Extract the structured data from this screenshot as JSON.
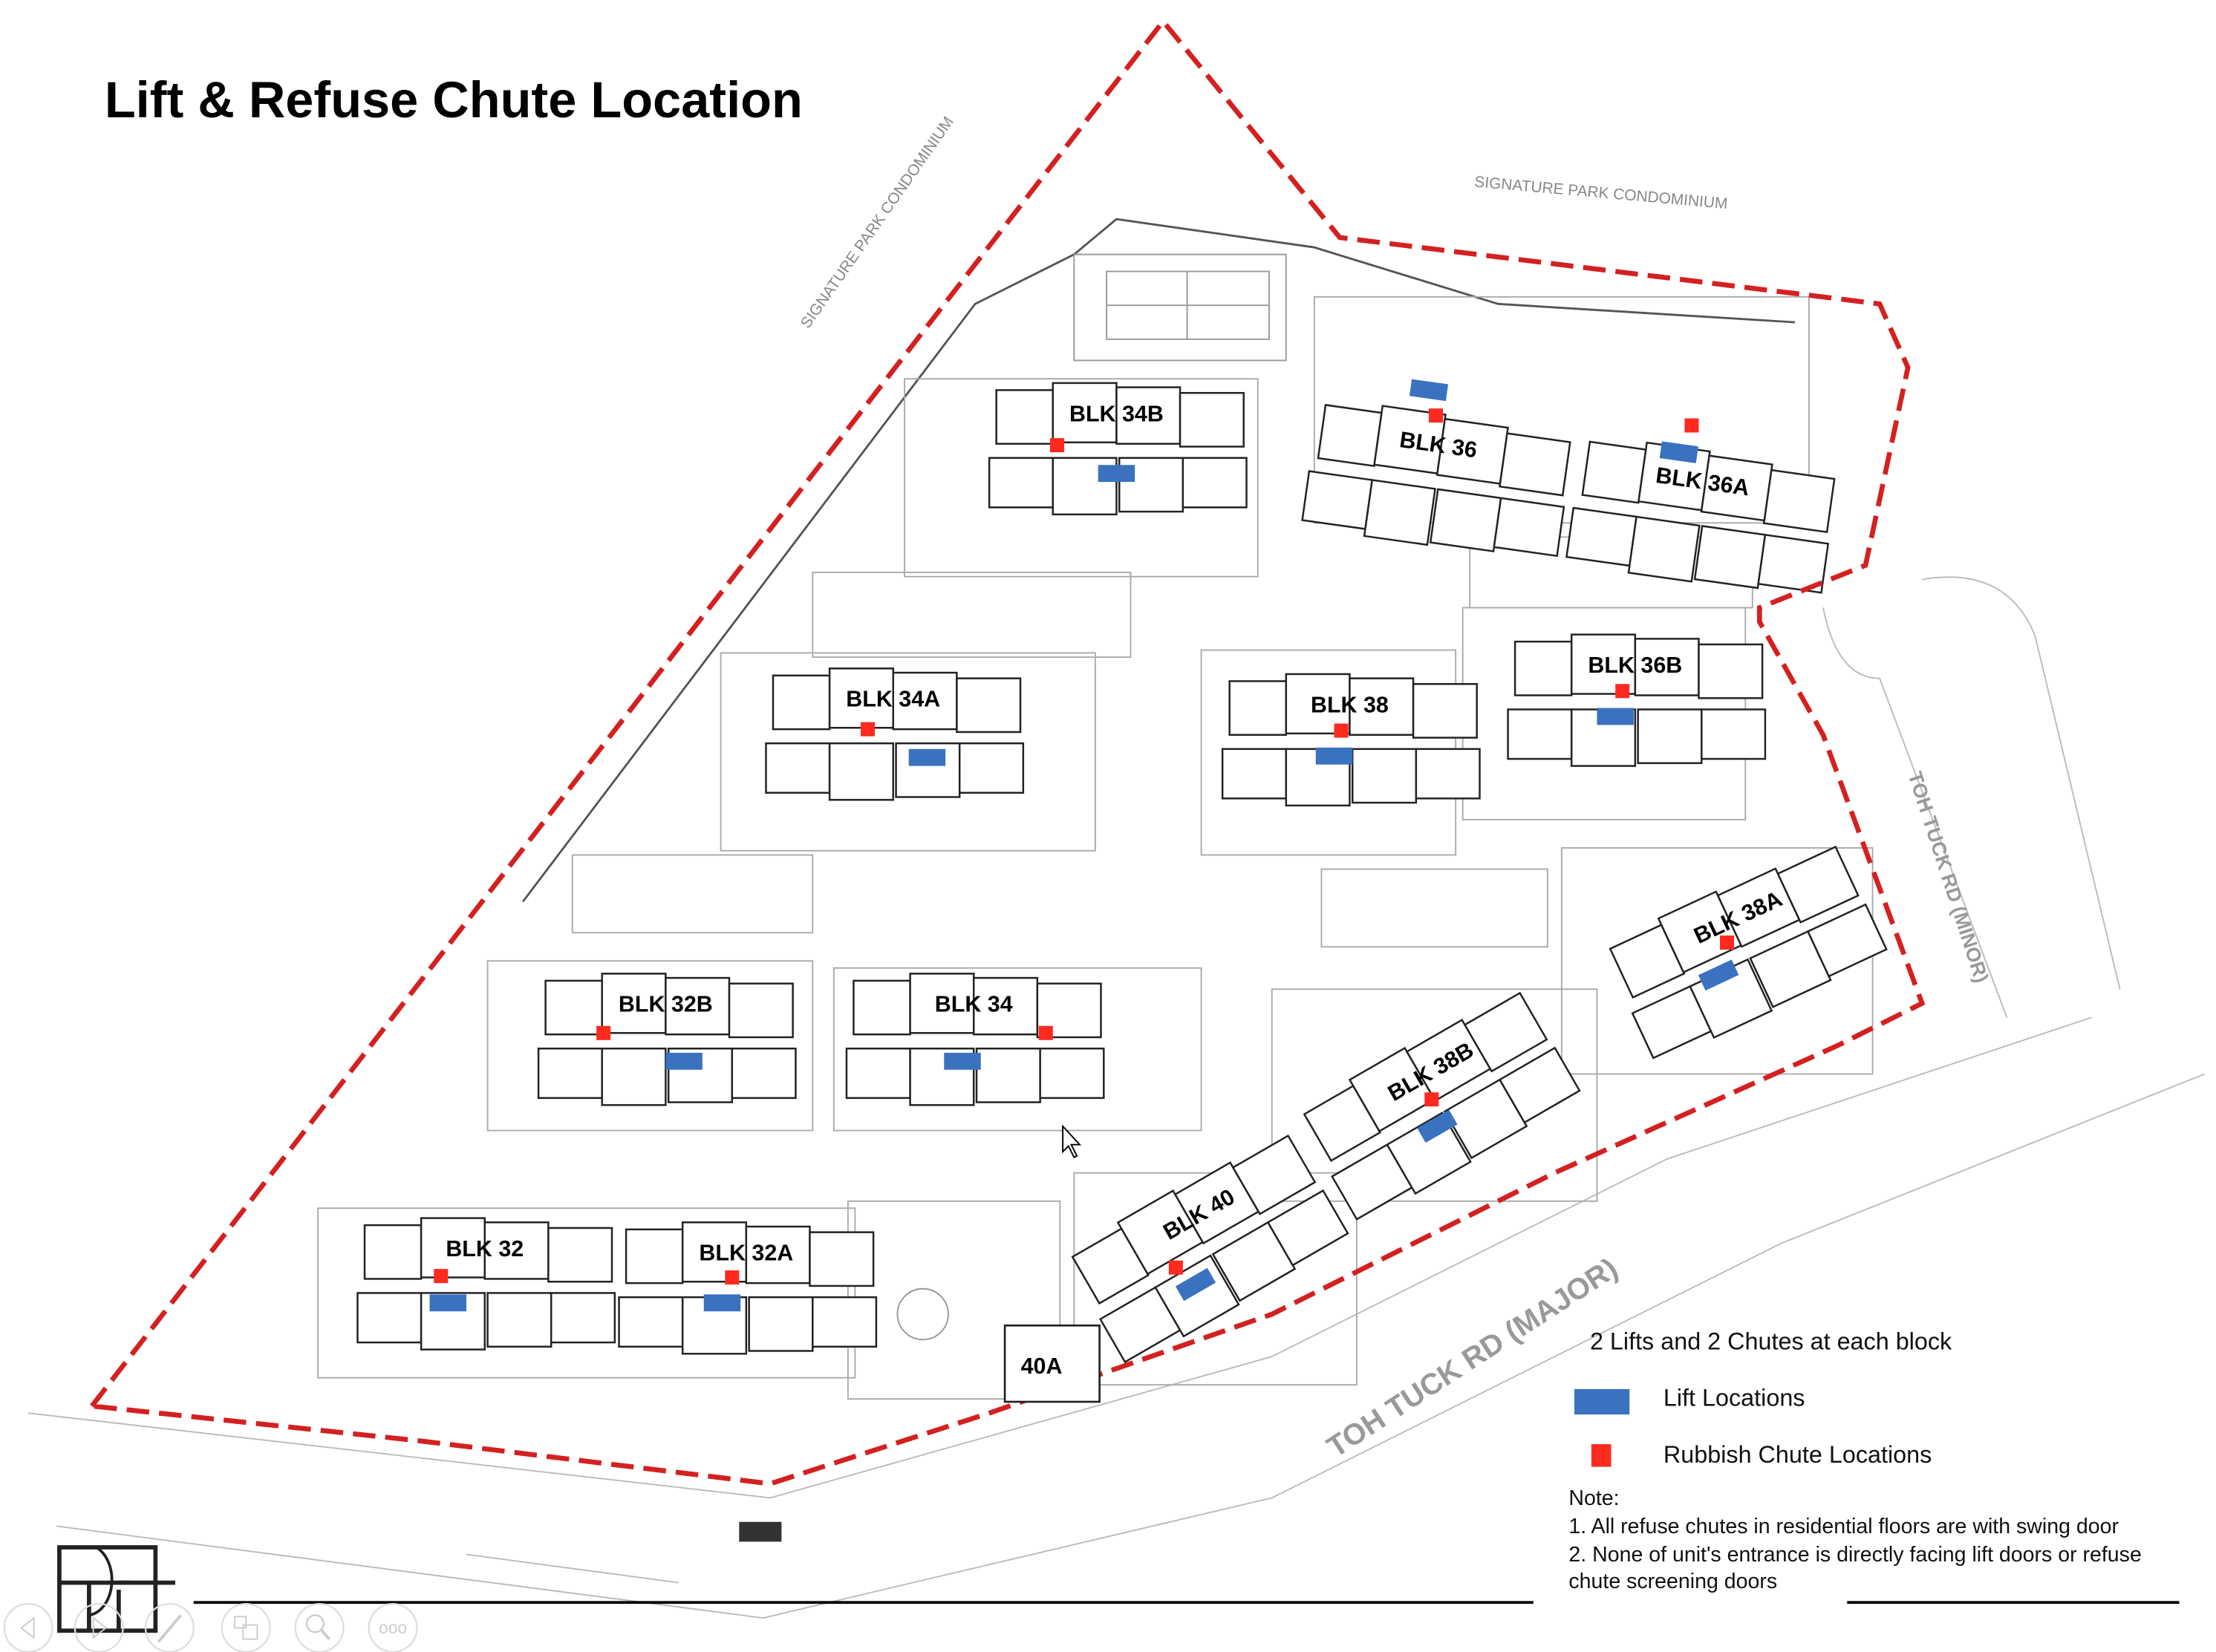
{
  "slide": {
    "title": "Lift & Refuse Chute Location",
    "neighbours": [
      "SIGNATURE PARK CONDOMINIUM",
      "SIGNATURE PARK CONDOMINIUM"
    ],
    "roads": {
      "minor": "TOH TUCK RD (MINOR)",
      "major": "TOH TUCK RD (MAJOR)"
    },
    "blocks": [
      "BLK 34B",
      "BLK 36",
      "BLK 36A",
      "BLK 34A",
      "BLK 38",
      "BLK 36B",
      "BLK 38A",
      "BLK 32B",
      "BLK 34",
      "BLK 38B",
      "BLK 40",
      "BLK 32",
      "BLK 32A",
      "40A"
    ],
    "legend": {
      "heading": "2 Lifts and 2 Chutes at each block",
      "lift_label": "Lift Locations",
      "chute_label": "Rubbish Chute Locations"
    },
    "notes": {
      "heading": "Note:",
      "line1": "1. All refuse chutes in residential floors are with swing door",
      "line2": "2. None of unit's entrance is directly facing lift doors or refuse",
      "line3": "chute screening doors"
    }
  },
  "colors": {
    "lift": "#3a72c0",
    "chute": "#ff2a1f",
    "boundary": "#d42020"
  },
  "slideshow_controls": {
    "icons": [
      "previous-icon",
      "next-icon",
      "pen-icon",
      "slides-grid-icon",
      "zoom-icon",
      "more-icon"
    ],
    "more_label": "ooo"
  }
}
